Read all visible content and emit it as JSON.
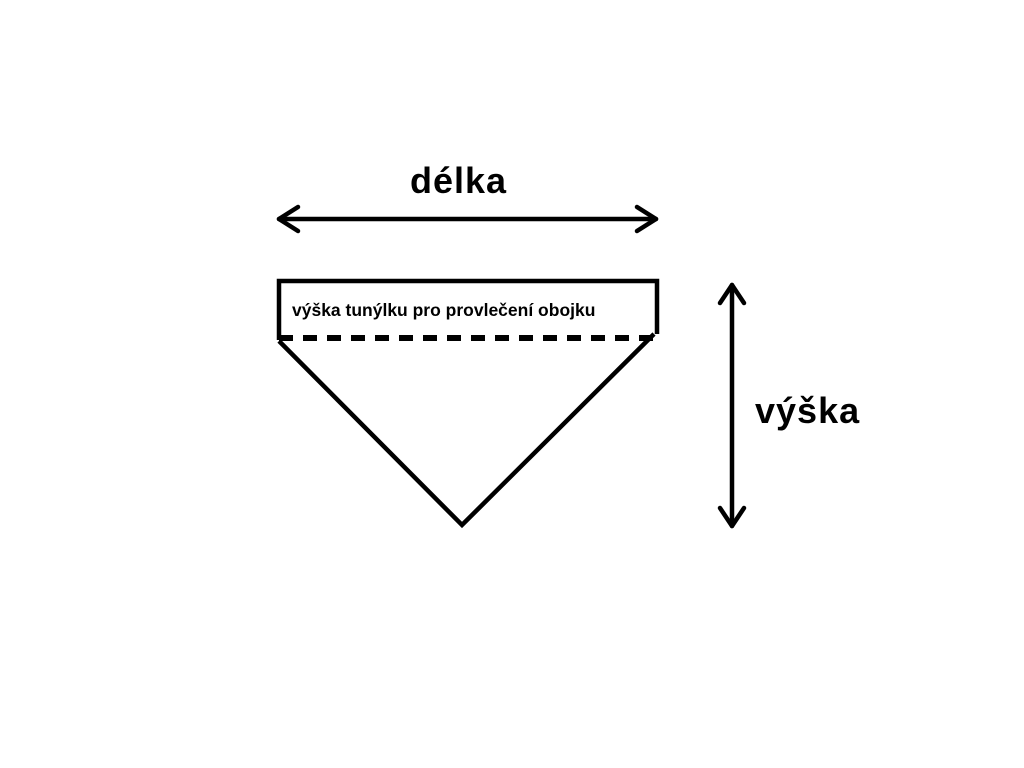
{
  "labels": {
    "length": "délka",
    "height": "výška",
    "tunnel": "výška tunýlku pro provlečení obojku"
  },
  "colors": {
    "stroke": "#000000",
    "background": "#ffffff"
  }
}
